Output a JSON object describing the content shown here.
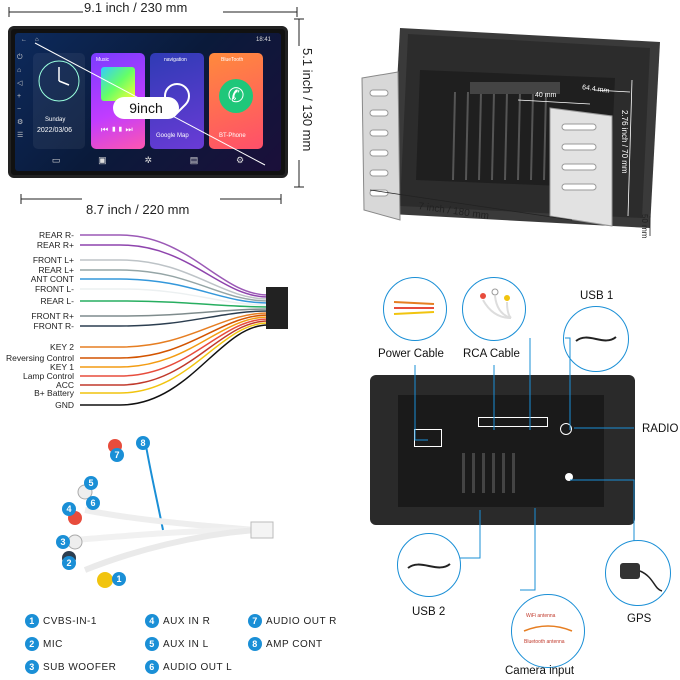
{
  "top_left": {
    "width_label": "9.1 inch / 230 mm",
    "height_label": "5.1 inch / 130 mm",
    "bottom_width_label": "8.7 inch / 220 mm",
    "badge": "9inch",
    "screen": {
      "time": "18:41",
      "date_day": "Sunday",
      "date": "2022/03/06",
      "music": "Music",
      "navigation": "navigation",
      "google_map": "Google Map",
      "bluetooth": "BlueTooth",
      "bt_phone": "BT-Phone"
    }
  },
  "top_right": {
    "dim_40": "40 mm",
    "dim_64": "64.4 mm",
    "dim_height": "2.76 inch / 70 mm",
    "dim_depth": "7 inch / 180 mm",
    "dim_50": "50 mm"
  },
  "wires": [
    "REAR R-",
    "REAR R+",
    "FRONT L+",
    "REAR L+",
    "ANT CONT",
    "FRONT L-",
    "REAR L-",
    "FRONT R+",
    "FRONT R-",
    "KEY 2",
    "Reversing Control",
    "KEY 1",
    "Lamp Control",
    "ACC",
    "B+ Battery",
    "GND"
  ],
  "wire_colors": [
    "#9b59b6",
    "#8e44ad",
    "#bdc3c7",
    "#95a5a6",
    "#3498db",
    "#ecf0f1",
    "#27ae60",
    "#7f8c8d",
    "#2c3e50",
    "#e67e22",
    "#d35400",
    "#f39c12",
    "#e74c3c",
    "#c0392b",
    "#f1c40f",
    "#111111"
  ],
  "legend": [
    {
      "num": "1",
      "label": "CVBS-IN-1"
    },
    {
      "num": "2",
      "label": "MIC"
    },
    {
      "num": "3",
      "label": "SUB WOOFER"
    },
    {
      "num": "4",
      "label": "AUX IN R"
    },
    {
      "num": "5",
      "label": "AUX IN L"
    },
    {
      "num": "6",
      "label": "AUDIO OUT L"
    },
    {
      "num": "7",
      "label": "AUDIO OUT R"
    },
    {
      "num": "8",
      "label": "AMP CONT"
    }
  ],
  "connections": {
    "power_cable": "Power Cable",
    "rca_cable": "RCA Cable",
    "usb1": "USB 1",
    "radio": "RADIO",
    "usb2": "USB 2",
    "gps": "GPS",
    "camera": "Camera input",
    "wifi_antenna": "WiFi antenna",
    "bt_antenna": "Bluetooth antenna"
  },
  "colors": {
    "accent": "#1a8fd6",
    "dark": "#2b2b2b"
  }
}
